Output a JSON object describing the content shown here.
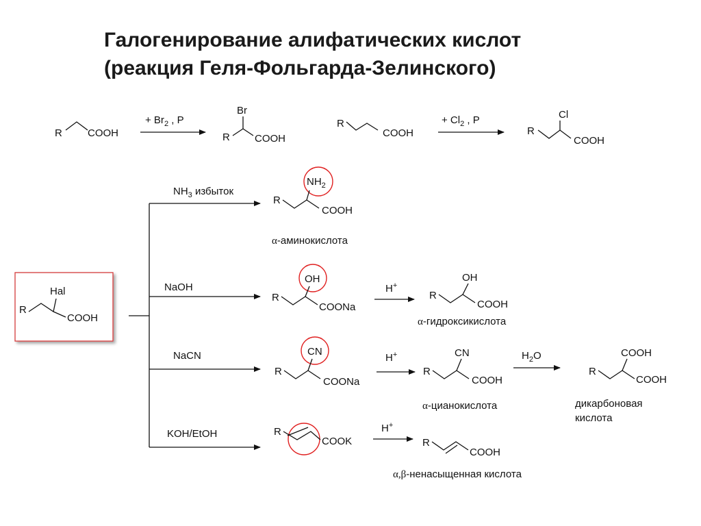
{
  "title": {
    "line1": "Галогенирование алифатических кислот",
    "line2": "(реакция Геля-Фольгарда-Зелинского)"
  },
  "top_reactions": {
    "r1": {
      "sub_R": "R",
      "sub_cooh": "COOH",
      "reagent": "+ Br",
      "reagent_sub": "2",
      "reagent_tail": " , P",
      "prod_Br": "Br",
      "prod_R": "R",
      "prod_cooh": "COOH"
    },
    "r2": {
      "sub_R": "R",
      "sub_cooh": "COOH",
      "reagent": "+ Cl",
      "reagent_sub": "2",
      "reagent_tail": " , P",
      "prod_Cl": "Cl",
      "prod_R": "R",
      "prod_cooh": "COOH"
    }
  },
  "start": {
    "hal": "Hal",
    "R": "R",
    "cooh": "COOH"
  },
  "branches": {
    "amine": {
      "reagent": "NH",
      "reagent_sub": "3",
      "reagent_tail": " избыток",
      "group": "NH",
      "group_sub": "2",
      "R": "R",
      "cooh": "COOH",
      "caption_greek": "α",
      "caption": "-аминокислота"
    },
    "hydroxy": {
      "reagent": "NaOH",
      "group": "OH",
      "R": "R",
      "coo": "COONa",
      "acid": "H",
      "acid_sup": "+",
      "prod_group": "OH",
      "prod_R": "R",
      "prod_cooh": "COOH",
      "caption_greek": "α",
      "caption": "-гидроксикислота"
    },
    "cyano": {
      "reagent": "NaCN",
      "group": "CN",
      "R": "R",
      "coo": "COONa",
      "acid": "H",
      "acid_sup": "+",
      "prod_group": "CN",
      "prod_R": "R",
      "prod_cooh": "COOH",
      "caption_greek": "α",
      "caption": "-цианокислота",
      "water": "H",
      "water_sub": "2",
      "water_tail": "O",
      "dicarb_top": "COOH",
      "dicarb_R": "R",
      "dicarb_cooh": "COOH",
      "dicarb_caption1": "дикарбоновая",
      "dicarb_caption2": "кислота"
    },
    "elimination": {
      "reagent": "KOH/EtOH",
      "R": "R",
      "cook": "COOK",
      "acid": "H",
      "acid_sup": "+",
      "prod_R": "R",
      "prod_cooh": "COOH",
      "caption_greek": "α,β",
      "caption": "-ненасыщенная кислота"
    }
  },
  "colors": {
    "highlight": "#e02020",
    "ink": "#111111"
  }
}
